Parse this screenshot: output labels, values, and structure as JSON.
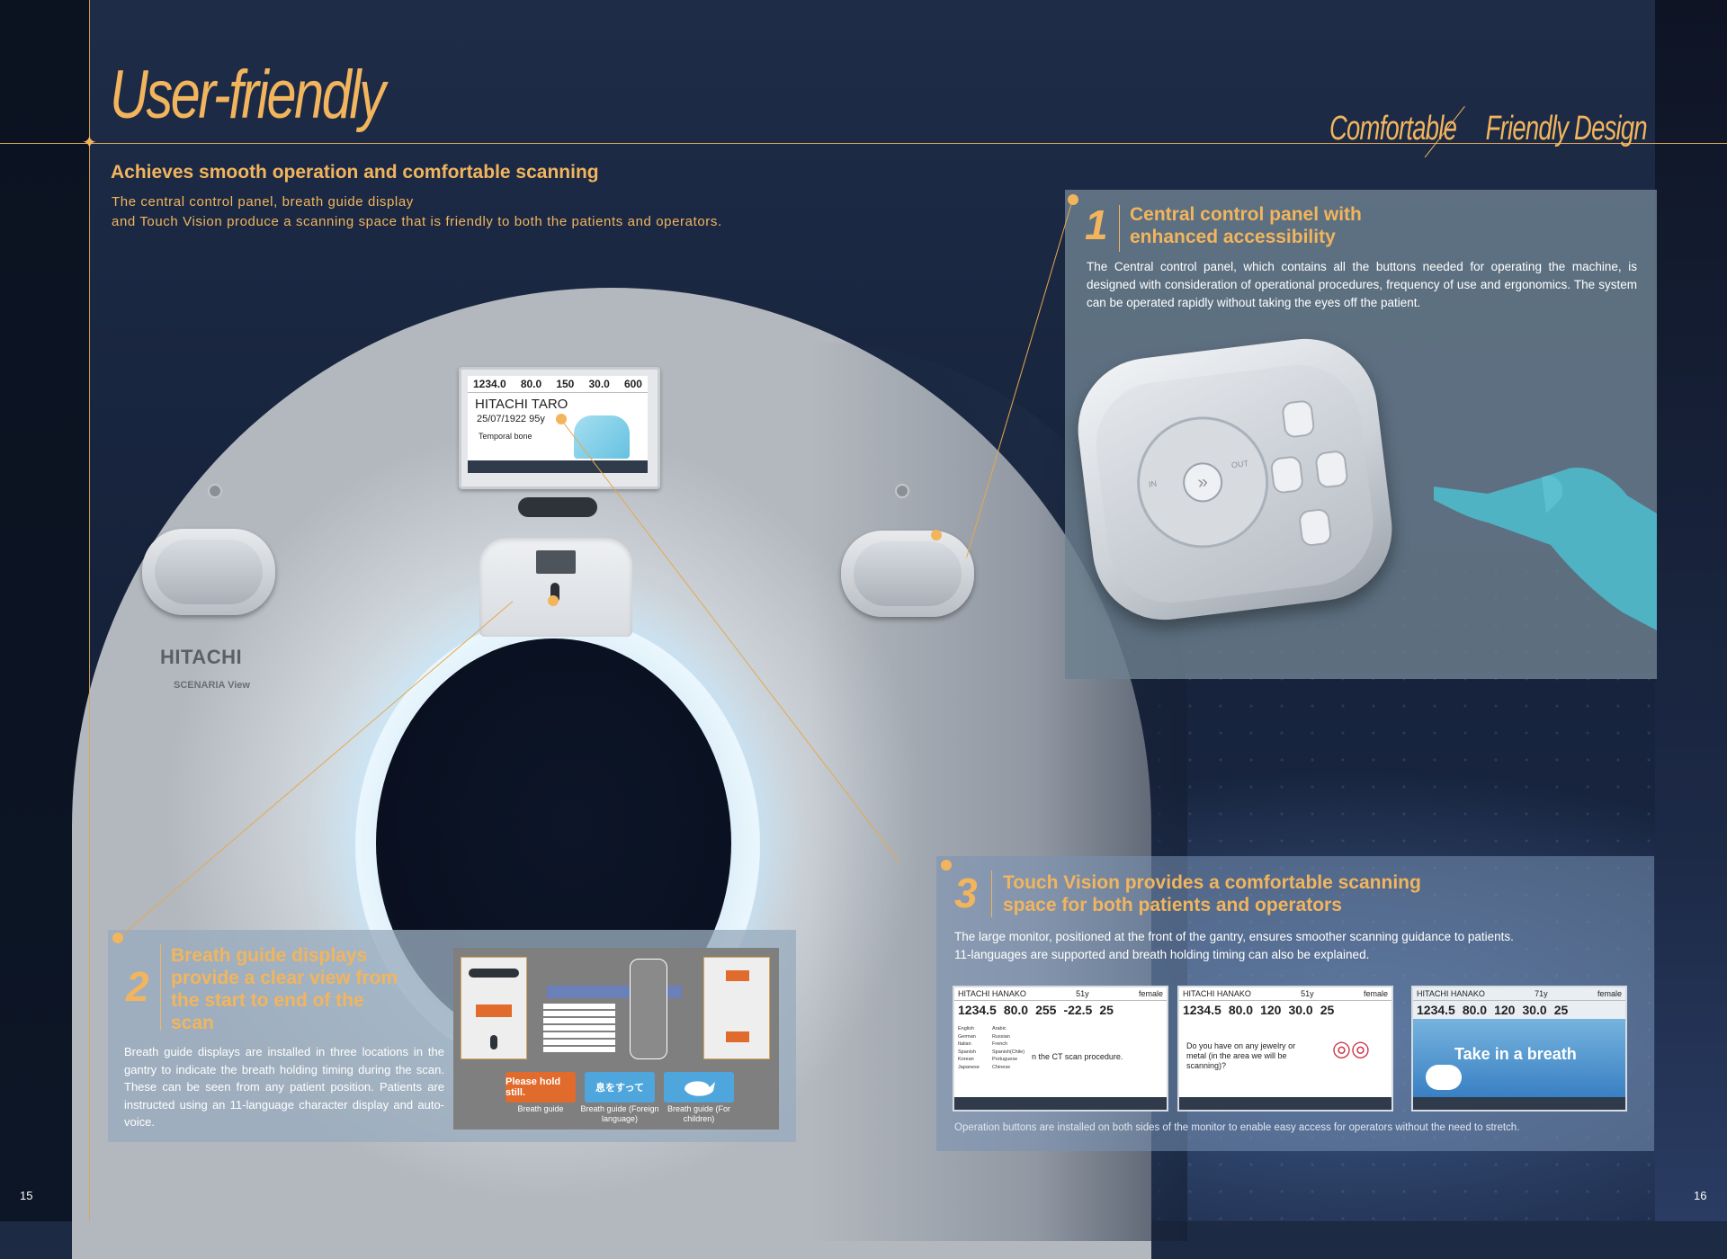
{
  "header": {
    "title": "User-friendly",
    "tagline_left": "Comfortable",
    "tagline_right": "Friendly Design",
    "subhead": "Achieves smooth operation and comfortable scanning",
    "intro_line1": "The central control panel, breath guide display",
    "intro_line2": "and Touch Vision produce a scanning space that is friendly to both the patients and operators."
  },
  "gantry": {
    "brand": "HITACHI",
    "model": "SCENARIA View",
    "monitor": {
      "readouts": [
        "1234.0",
        "80.0",
        "150",
        "30.0",
        "600"
      ],
      "patient_name": "HITACHI TARO",
      "birth": "25/07/1922  95y",
      "region": "Temporal bone"
    }
  },
  "section1": {
    "number": "1",
    "title_line1": "Central control panel with",
    "title_line2": "enhanced accessibility",
    "body": "The Central control panel, which contains all the buttons needed for operating the machine, is designed with consideration of operational procedures, frequency of use and ergonomics. The system can be operated rapidly without taking the eyes off the patient.",
    "dial_labels": [
      "IN",
      "OUT"
    ],
    "hand_color": "#4fb3c4"
  },
  "section2": {
    "number": "2",
    "title_line1": "Breath guide displays",
    "title_line2": "provide a clear view from",
    "title_line3": "the start to end of the",
    "title_line4": "scan",
    "body": "Breath guide displays are installed in three locations in the gantry to indicate the breath holding timing during the scan. These can be seen from any patient position. Patients are instructed using an 11-language character display and auto-voice.",
    "tiles": [
      {
        "text": "Please hold still.",
        "caption": "Breath guide",
        "color": "#e06b2c"
      },
      {
        "text": "息をすって",
        "caption": "Breath guide (Foreign language)",
        "color": "#4fa6dc"
      },
      {
        "text": "",
        "caption": "Breath guide (For children)",
        "color": "#4fa6dc"
      }
    ]
  },
  "section3": {
    "number": "3",
    "title_line1": "Touch Vision provides a comfortable scanning",
    "title_line2": "space for both patients and operators",
    "body_line1": "The large monitor, positioned at the front of the gantry, ensures smoother scanning guidance to patients.",
    "body_line2": "11-languages are supported and breath holding timing can also be explained.",
    "screens": [
      {
        "name": "HITACHI HANAKO",
        "age": "51y",
        "sex": "female",
        "values": [
          "1234.5",
          "80.0",
          "255",
          "-22.5",
          "25"
        ],
        "message": "n the CT scan procedure."
      },
      {
        "name": "HITACHI HANAKO",
        "age": "51y",
        "sex": "female",
        "values": [
          "1234.5",
          "80.0",
          "120",
          "30.0",
          "25"
        ],
        "message": "Do you have on any jewelry or metal (in the area we will be scanning)?"
      },
      {
        "name": "HITACHI HANAKO",
        "age": "71y",
        "sex": "female",
        "values": [
          "1234.5",
          "80.0",
          "120",
          "30.0",
          "25"
        ],
        "message": "Take in a breath"
      }
    ],
    "languages": [
      "English",
      "Arabic",
      "German",
      "Russian",
      "Italian",
      "French",
      "Spanish",
      "Spanish(Chile)",
      "Korean",
      "Portuguese",
      "Japanese",
      "Chinese"
    ],
    "footnote": "Operation buttons are installed on both sides of the monitor to enable easy access for operators without the need to stretch."
  },
  "page_numbers": {
    "left": "15",
    "right": "16"
  },
  "colors": {
    "accent": "#f2b55d",
    "panel1": "#6c808f",
    "panel2": "#98acbe",
    "panel3": "#7891b4"
  }
}
